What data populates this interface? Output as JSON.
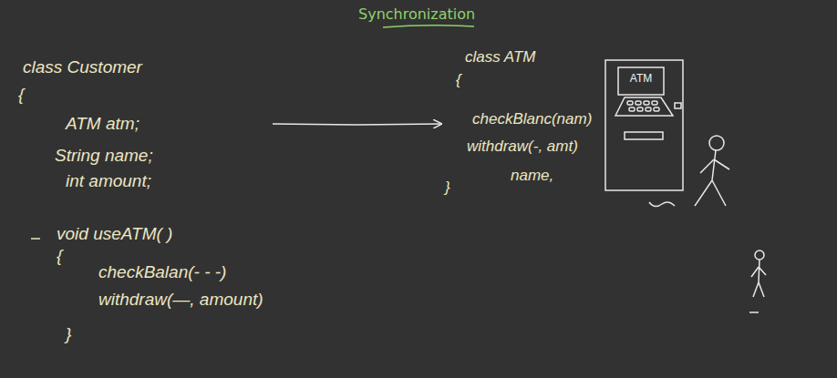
{
  "diagram": {
    "title": "Synchronization",
    "nodes": [
      {
        "text": [
          "class Customer",
          "{",
          "ATM atm;",
          "String name;",
          "int amount;",
          "void useATM( )",
          "{",
          "checkBalan(- - -)",
          "withdraw(—, amount)",
          "}"
        ]
      },
      {
        "text": [
          "class ATM",
          "{",
          "checkBlanc(nam)",
          "withdraw(-, amt)",
          "name,",
          "}"
        ]
      },
      {
        "text": [
          "ATM"
        ]
      }
    ],
    "edges": [
      {
        "from": 0,
        "to": 1,
        "arrow": "to"
      }
    ]
  }
}
